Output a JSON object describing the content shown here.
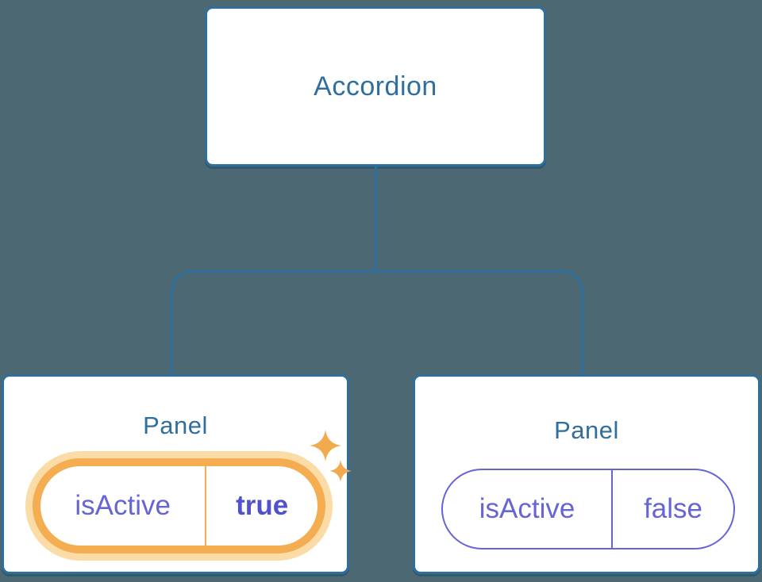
{
  "colors": {
    "bg": "#4c6872",
    "line": "#2e6f9e",
    "blue_text": "#2e6f9e",
    "purple": "#6565d6",
    "purple_bold": "#5151cb",
    "orange": "#f5ad52",
    "orange_glow": "#fbdca7",
    "sparkle": "#f2aa4e",
    "node_bg": "#ffffff"
  },
  "diagram": {
    "root": {
      "label": "Accordion"
    },
    "children": [
      {
        "title": "Panel",
        "highlighted": true,
        "state": {
          "key": "isActive",
          "value": "true"
        }
      },
      {
        "title": "Panel",
        "highlighted": false,
        "state": {
          "key": "isActive",
          "value": "false"
        }
      }
    ]
  }
}
